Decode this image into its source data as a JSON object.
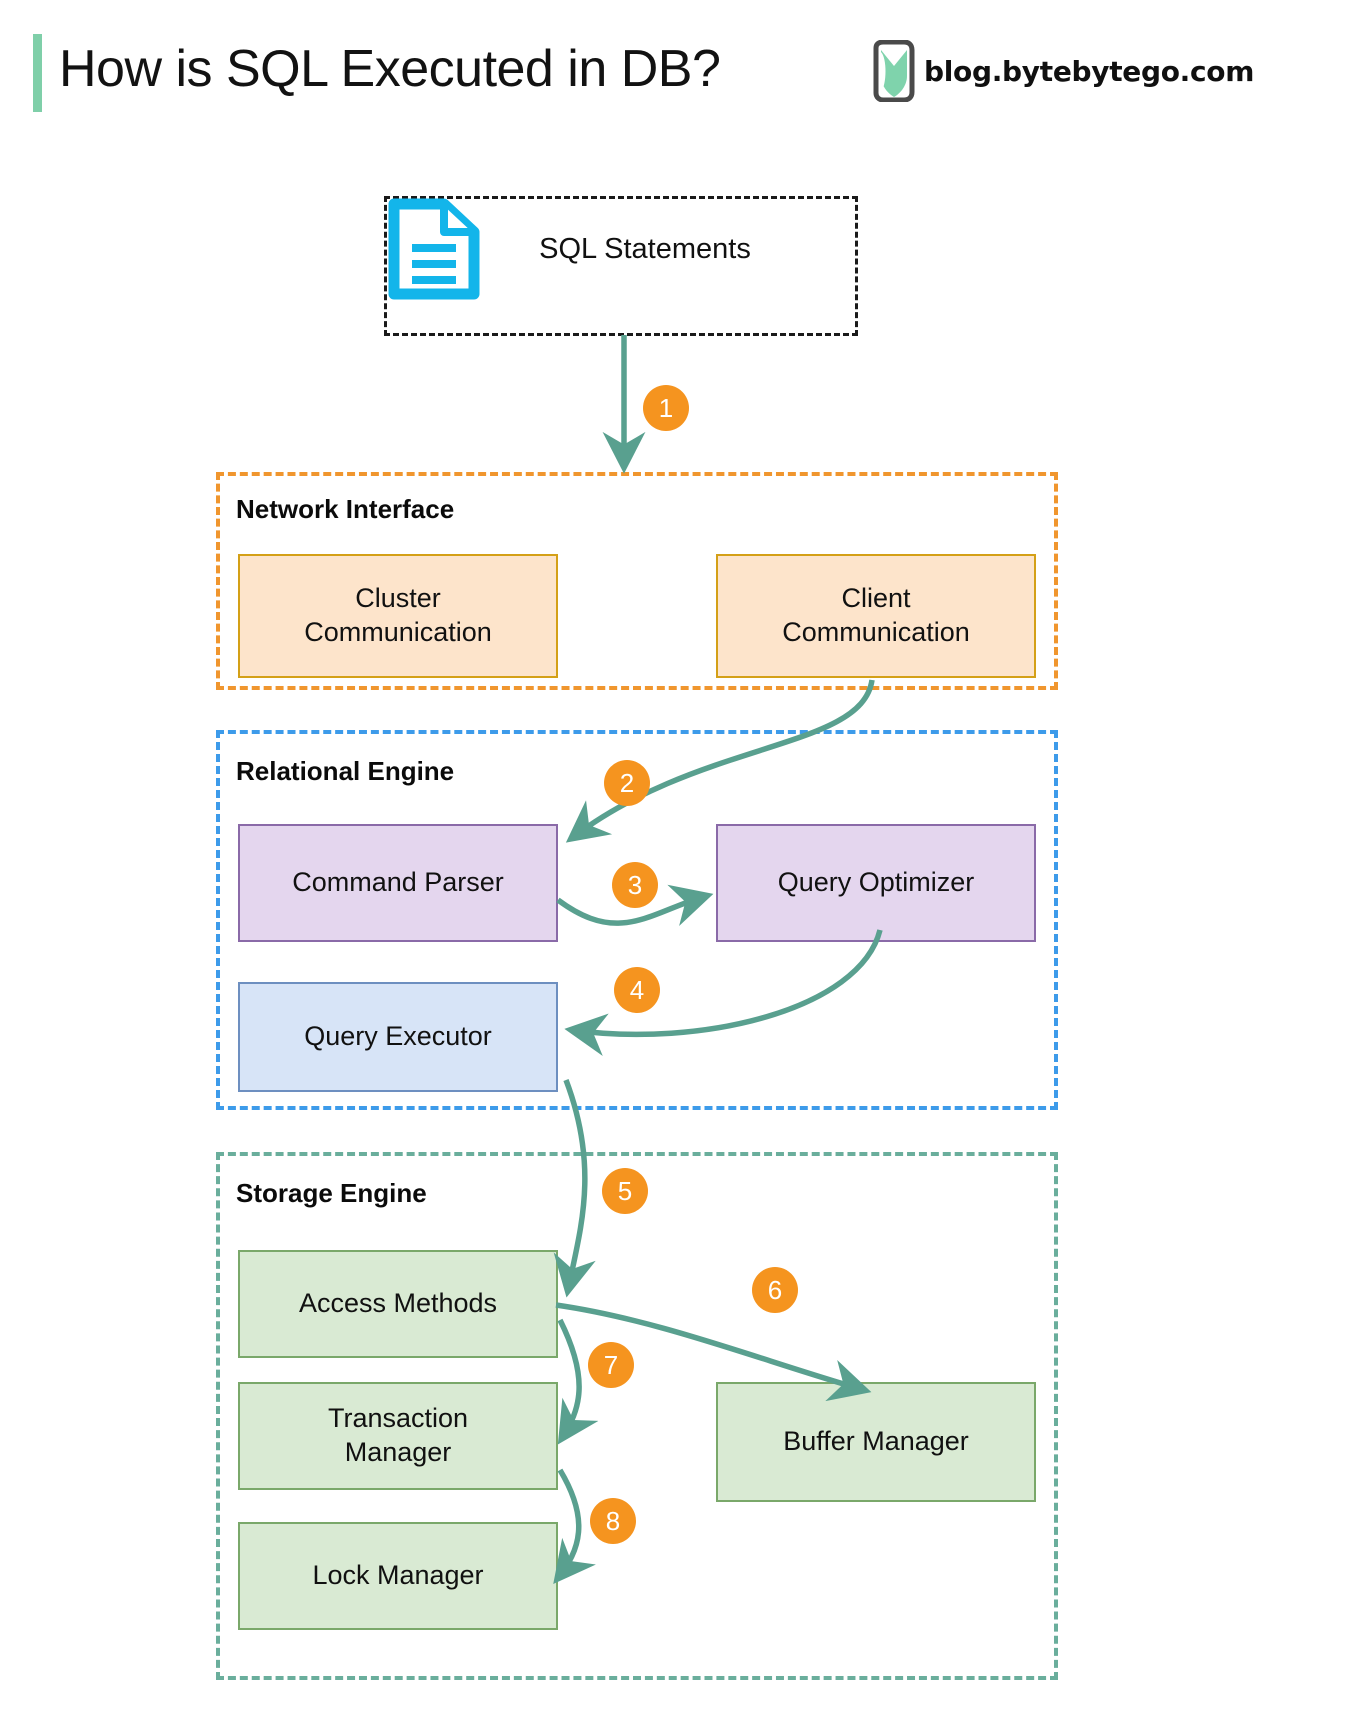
{
  "header": {
    "title": "How is SQL Executed in DB?",
    "brand": "blog.bytebytego.com",
    "accent_color": "#7fcfa9",
    "logo_icon": "bytebytego-logo-icon"
  },
  "source": {
    "label": "SQL Statements",
    "icon": "document-icon",
    "icon_color": "#13b5ea",
    "border_style": "dashed",
    "border_color": "#1a1a1a"
  },
  "zones": [
    {
      "id": "network-interface",
      "label": "Network Interface",
      "border_color": "#f0962e",
      "nodes": [
        {
          "id": "cluster-communication",
          "label": "Cluster\nCommunication",
          "fill": "#fde4cb",
          "stroke": "#d4a017"
        },
        {
          "id": "client-communication",
          "label": "Client\nCommunication",
          "fill": "#fde4cb",
          "stroke": "#d4a017"
        }
      ]
    },
    {
      "id": "relational-engine",
      "label": "Relational Engine",
      "border_color": "#3d9bea",
      "nodes": [
        {
          "id": "command-parser",
          "label": "Command Parser",
          "fill": "#e4d6ee",
          "stroke": "#8a6aa8"
        },
        {
          "id": "query-optimizer",
          "label": "Query Optimizer",
          "fill": "#e4d6ee",
          "stroke": "#8a6aa8"
        },
        {
          "id": "query-executor",
          "label": "Query Executor",
          "fill": "#d7e4f7",
          "stroke": "#6d8fc0"
        }
      ]
    },
    {
      "id": "storage-engine",
      "label": "Storage Engine",
      "border_color": "#6aae9c",
      "nodes": [
        {
          "id": "access-methods",
          "label": "Access Methods",
          "fill": "#d9ead3",
          "stroke": "#7aa86a"
        },
        {
          "id": "transaction-manager",
          "label": "Transaction\nManager",
          "fill": "#d9ead3",
          "stroke": "#7aa86a"
        },
        {
          "id": "lock-manager",
          "label": "Lock Manager",
          "fill": "#d9ead3",
          "stroke": "#7aa86a"
        },
        {
          "id": "buffer-manager",
          "label": "Buffer Manager",
          "fill": "#d9ead3",
          "stroke": "#7aa86a"
        }
      ]
    }
  ],
  "nodes": {
    "cluster_communication_line1": "Cluster",
    "cluster_communication_line2": "Communication",
    "client_communication_line1": "Client",
    "client_communication_line2": "Communication",
    "command_parser": "Command Parser",
    "query_optimizer": "Query Optimizer",
    "query_executor": "Query Executor",
    "access_methods": "Access Methods",
    "transaction_manager_line1": "Transaction",
    "transaction_manager_line2": "Manager",
    "lock_manager": "Lock Manager",
    "buffer_manager": "Buffer Manager"
  },
  "zone_labels": {
    "network": "Network Interface",
    "relational": "Relational Engine",
    "storage": "Storage Engine"
  },
  "steps": [
    {
      "n": "1",
      "from": "sql-statements",
      "to": "network-interface"
    },
    {
      "n": "2",
      "from": "client-communication",
      "to": "command-parser"
    },
    {
      "n": "3",
      "from": "command-parser",
      "to": "query-optimizer"
    },
    {
      "n": "4",
      "from": "query-optimizer",
      "to": "query-executor"
    },
    {
      "n": "5",
      "from": "query-executor",
      "to": "access-methods"
    },
    {
      "n": "6",
      "from": "access-methods",
      "to": "buffer-manager"
    },
    {
      "n": "7",
      "from": "access-methods",
      "to": "transaction-manager"
    },
    {
      "n": "8",
      "from": "transaction-manager",
      "to": "lock-manager"
    }
  ],
  "step_labels": {
    "s1": "1",
    "s2": "2",
    "s3": "3",
    "s4": "4",
    "s5": "5",
    "s6": "6",
    "s7": "7",
    "s8": "8"
  },
  "colors": {
    "arrow": "#59a08f",
    "badge": "#f5941f",
    "badge_text": "#ffffff"
  }
}
